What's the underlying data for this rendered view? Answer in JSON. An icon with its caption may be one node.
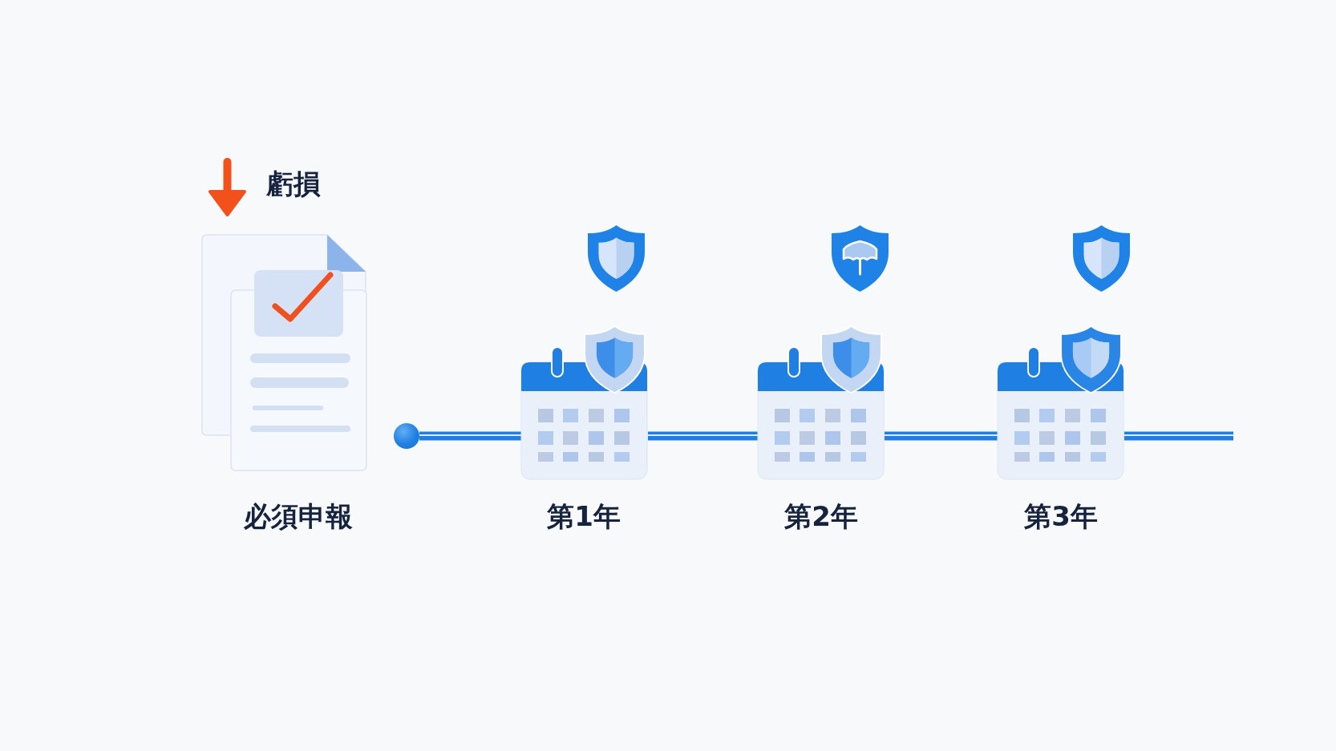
{
  "diagram": {
    "nodes": [
      {
        "text": [
          "必須申報"
        ]
      },
      {
        "text": [],
        "shape": "circle"
      },
      {
        "text": [
          "第1年"
        ]
      },
      {
        "text": [
          "第2年"
        ]
      },
      {
        "text": [
          "第3年"
        ]
      }
    ],
    "edges": [
      {
        "from": 1,
        "to": 2,
        "arrow": "none"
      },
      {
        "from": 2,
        "to": 3,
        "arrow": "none"
      },
      {
        "from": 3,
        "to": 4,
        "arrow": "none"
      },
      {
        "from": 4,
        "to": null,
        "arrow": "none"
      }
    ],
    "labels": [
      "虧損"
    ]
  }
}
